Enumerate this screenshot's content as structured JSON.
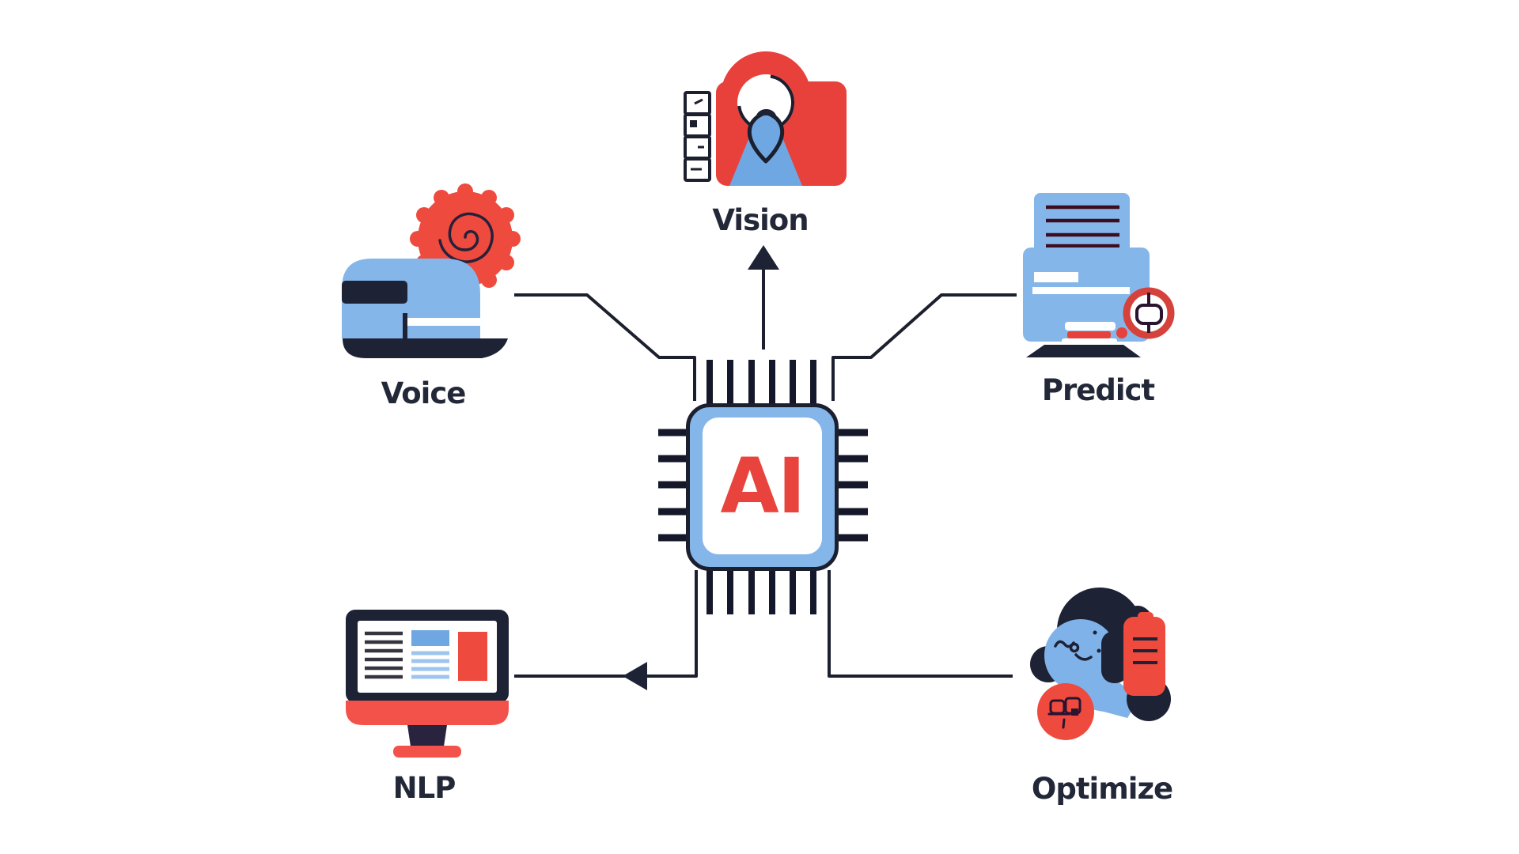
{
  "diagram": {
    "background": "#ffffff",
    "center_chip": {
      "label": "AI",
      "body_color": "#85b6ea",
      "label_color": "#e8433c",
      "outline_color": "#1b1f2e"
    },
    "nodes": [
      {
        "id": "vision",
        "label": "Vision",
        "icon": "camera-icon",
        "position": "top",
        "connector": "arrow-up-into-label"
      },
      {
        "id": "voice",
        "label": "Voice",
        "icon": "voice-recorder-icon",
        "position": "upper-left",
        "connector": "elbow-line"
      },
      {
        "id": "predict",
        "label": "Predict",
        "icon": "printer-document-icon",
        "position": "upper-right",
        "connector": "elbow-line"
      },
      {
        "id": "nlp",
        "label": "NLP",
        "icon": "desktop-monitor-icon",
        "position": "lower-left",
        "connector": "elbow-line-arrow-left"
      },
      {
        "id": "optimize",
        "label": "Optimize",
        "icon": "person-phone-icon",
        "position": "lower-right",
        "connector": "elbow-line"
      }
    ],
    "colors": {
      "ink": "#1b1f2e",
      "navy": "#1e2235",
      "blue": "#85b6ea",
      "blue_dark": "#6fa7e3",
      "blue_light": "#9ec5ee",
      "red": "#e8433c",
      "red_bright": "#f2524a",
      "text": "#232838"
    }
  }
}
